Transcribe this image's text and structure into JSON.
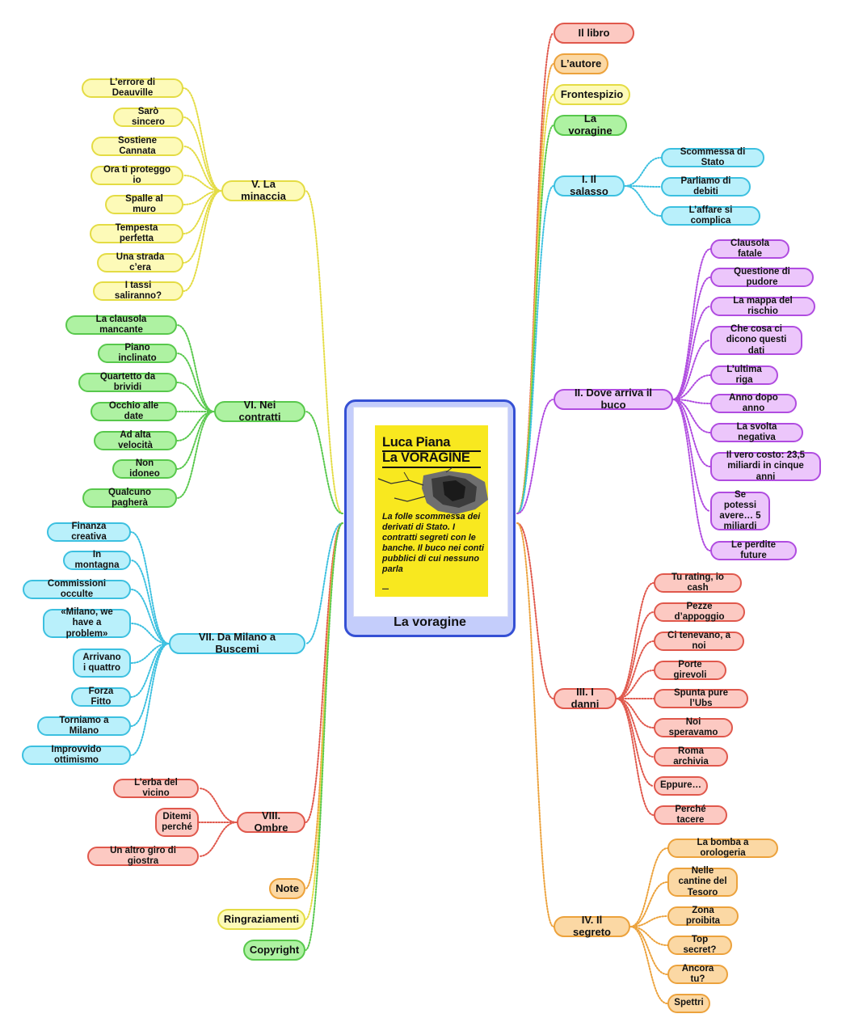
{
  "center": {
    "label": "La voragine",
    "cover": {
      "author": "Luca Piana",
      "title": "La VORAGINE",
      "tagline": "La folle scommessa dei derivati di Stato. I contratti segreti con le banche. Il buco nei conti pubblici di cui nessuno parla"
    }
  },
  "colors": {
    "red": "#e0584c",
    "orange": "#eca23c",
    "yellow": "#e4dc44",
    "green": "#58c84c",
    "cyan": "#3cc0e0",
    "purple": "#b04ce0",
    "center": "#3550d4"
  },
  "branches": {
    "il_libro": "Il libro",
    "lautore": "L’autore",
    "frontespizio": "Frontespizio",
    "la_voragine": "La voragine",
    "salasso": {
      "label": "I. Il salasso",
      "items": [
        "Scommessa di Stato",
        "Parliamo di debiti",
        "L’affare si complica"
      ]
    },
    "buco": {
      "label": "II. Dove arriva il buco",
      "items": [
        "Clausola fatale",
        "Questione di pudore",
        "La mappa del rischio",
        "Che cosa ci dicono questi dati",
        "L’ultima riga",
        "Anno dopo anno",
        "La svolta negativa",
        "Il vero costo: 23,5 miliardi in cinque anni",
        "Se potessi avere… 5 miliardi",
        "Le perdite future"
      ]
    },
    "danni": {
      "label": "III. I danni",
      "items": [
        "Tu rating, io cash",
        "Pezze d’appoggio",
        "Ci tenevano, a noi",
        "Porte girevoli",
        "Spunta pure l’Ubs",
        "Noi speravamo",
        "Roma archivia",
        "Eppure…",
        "Perché tacere"
      ]
    },
    "segreto": {
      "label": "IV. Il segreto",
      "items": [
        "La bomba a orologeria",
        "Nelle cantine del Tesoro",
        "Zona proibita",
        "Top secret?",
        "Ancora tu?",
        "Spettri"
      ]
    },
    "minaccia": {
      "label": "V. La minaccia",
      "items": [
        "L’errore di Deauville",
        "Sarò sincero",
        "Sostiene Cannata",
        "Ora ti proteggo io",
        "Spalle al muro",
        "Tempesta perfetta",
        "Una strada c’era",
        "I tassi saliranno?"
      ]
    },
    "contratti": {
      "label": "VI. Nei contratti",
      "items": [
        "La clausola mancante",
        "Piano inclinato",
        "Quartetto da brividi",
        "Occhio alle date",
        "Ad alta velocità",
        "Non idoneo",
        "Qualcuno pagherà"
      ]
    },
    "milano": {
      "label": "VII. Da Milano a Buscemi",
      "items": [
        "Finanza creativa",
        "In montagna",
        "Commissioni occulte",
        "«Milano, we have a problem»",
        "Arrivano i quattro",
        "Forza Fitto",
        "Torniamo a Milano",
        "Improvvido ottimismo"
      ]
    },
    "ombre": {
      "label": "VIII. Ombre",
      "items": [
        "L’erba del vicino",
        "Ditemi perché",
        "Un altro giro di giostra"
      ]
    },
    "note": "Note",
    "ringraziamenti": "Ringraziamenti",
    "copyright": "Copyright"
  }
}
